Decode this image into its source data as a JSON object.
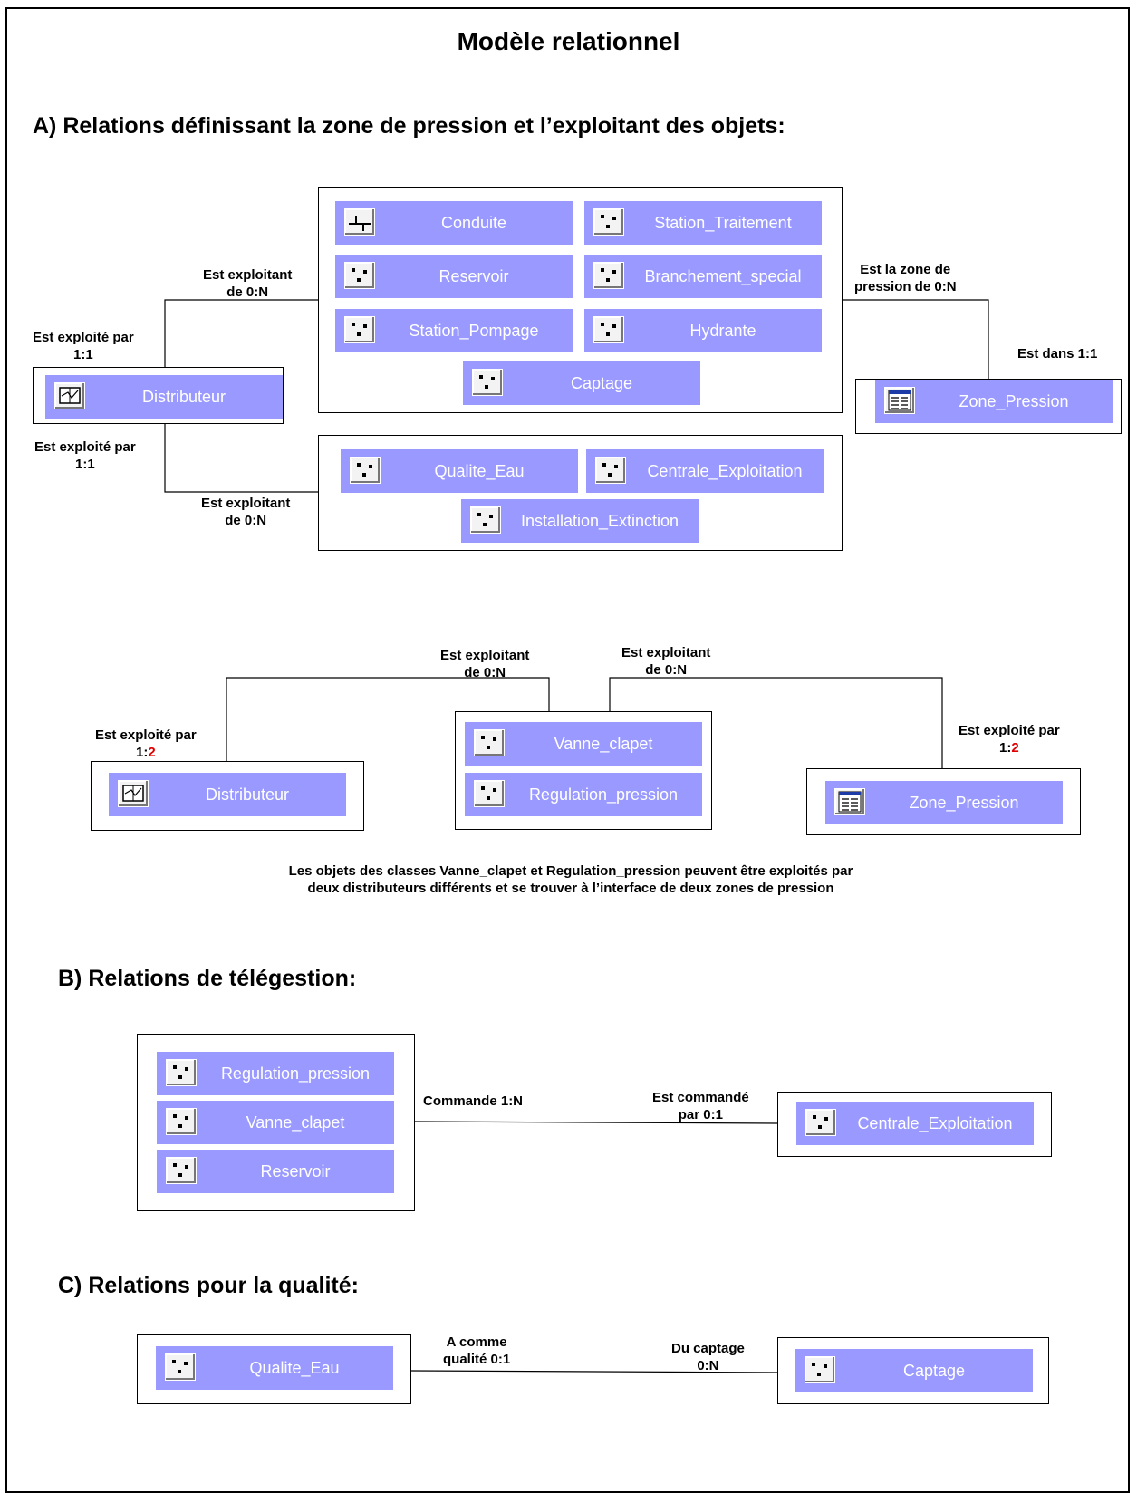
{
  "title": "Modèle relationnel",
  "sections": {
    "a": "A) Relations définissant la zone de pression et l’exploitant des objets:",
    "b": "B) Relations de télégestion:",
    "c": "C) Relations pour la qualité:"
  },
  "classes": {
    "conduite": "Conduite",
    "station_traitement": "Station_Traitement",
    "reservoir": "Reservoir",
    "branchement_special": "Branchement_special",
    "station_pompage": "Station_Pompage",
    "hydrante": "Hydrante",
    "captage": "Captage",
    "distributeur": "Distributeur",
    "zone_pression": "Zone_Pression",
    "qualite_eau": "Qualite_Eau",
    "centrale_exploitation": "Centrale_Exploitation",
    "installation_extinction": "Installation_Extinction",
    "vanne_clapet": "Vanne_clapet",
    "regulation_pression": "Regulation_pression"
  },
  "labels": {
    "est_exploitant_0n_l1": "Est exploitant",
    "est_exploitant_0n_l2": "de 0:N",
    "est_exploite_par_l1": "Est exploité par",
    "est_exploite_par_11": "1:1",
    "est_exploite_par_12_prefix": "1:",
    "est_exploite_par_12_red": "2",
    "est_zone_l1": "Est la zone de",
    "est_zone_l2": "pression de 0:N",
    "est_dans": "Est dans 1:1",
    "commande": "Commande 1:N",
    "est_commande_l1": "Est commandé",
    "est_commande_l2": "par 0:1",
    "a_comme_l1": "A comme",
    "a_comme_l2": "qualité 0:1",
    "du_captage_l1": "Du captage",
    "du_captage_l2": "0:N"
  },
  "note": {
    "line1": "Les objets des classes Vanne_clapet et Regulation_pression peuvent être exploités par",
    "line2": "deux distributeurs différents et se trouver à l’interface de deux zones de pression"
  }
}
